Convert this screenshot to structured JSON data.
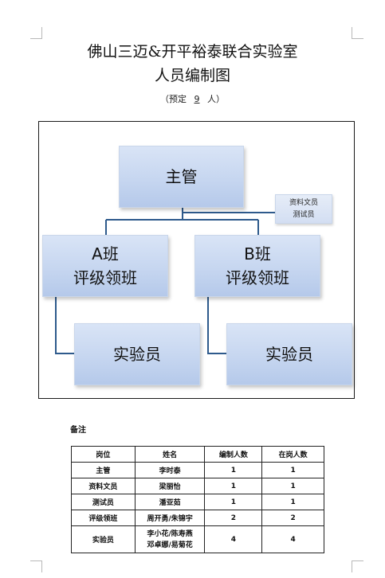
{
  "document": {
    "title_line1": "佛山三迈&开平裕泰联合实验室",
    "title_line2": "人员编制图",
    "subtitle": {
      "prefix": "（预定",
      "count": "9",
      "suffix": "人）"
    }
  },
  "org_chart": {
    "head": "主管",
    "assistant_lines": [
      "资料文员",
      "测试员"
    ],
    "teams": [
      {
        "name": "A班",
        "role": "评级领班",
        "member": "实验员"
      },
      {
        "name": "B班",
        "role": "评级领班",
        "member": "实验员"
      }
    ],
    "box_color": "#c6d6f0",
    "line_color": "#2e5a8c"
  },
  "remark_label": "备注",
  "staff_table": {
    "headers": [
      "岗位",
      "姓名",
      "编制人数",
      "在岗人数"
    ],
    "rows": [
      {
        "position": "主管",
        "names": [
          "李时泰"
        ],
        "planned": "1",
        "current": "1"
      },
      {
        "position": "资料文员",
        "names": [
          "梁丽怡"
        ],
        "planned": "1",
        "current": "1"
      },
      {
        "position": "测试员",
        "names": [
          "潘亚茹"
        ],
        "planned": "1",
        "current": "1"
      },
      {
        "position": "评级领班",
        "names": [
          "周开勇/朱锦宇"
        ],
        "planned": "2",
        "current": "2"
      },
      {
        "position": "实验员",
        "names": [
          "李小花/陈寿燕",
          "邓卓娜/易菊花"
        ],
        "planned": "4",
        "current": "4"
      }
    ]
  }
}
